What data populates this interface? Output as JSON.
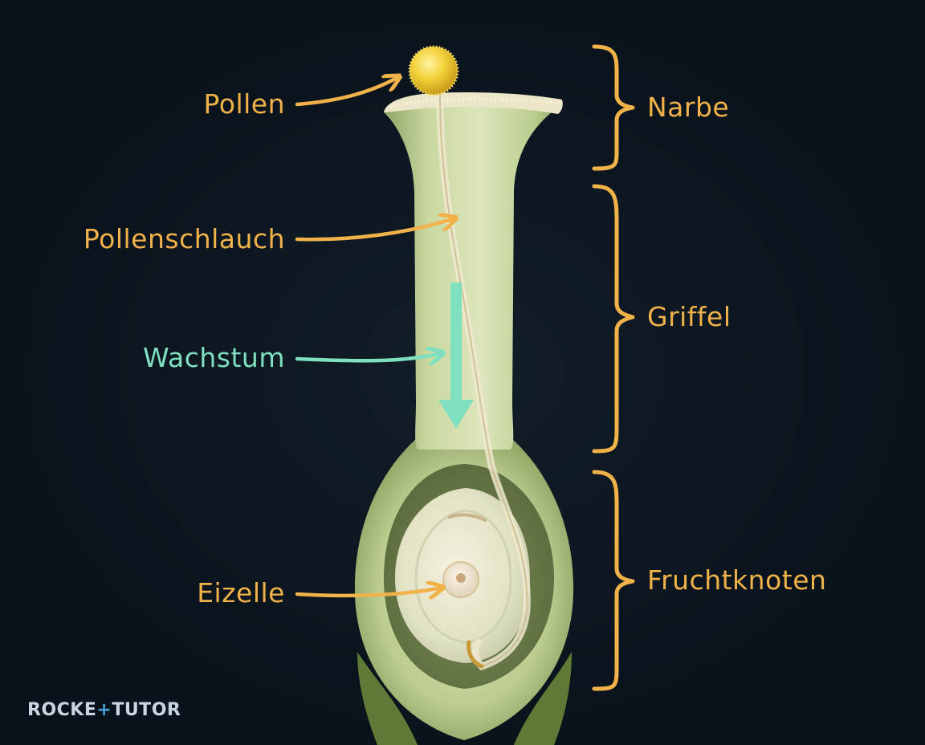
{
  "labels": {
    "pollen": "Pollen",
    "pollenschlauch": "Pollenschlauch",
    "wachstum": "Wachstum",
    "eizelle": "Eizelle",
    "narbe": "Narbe",
    "griffel": "Griffel",
    "fruchtknoten": "Fruchtknoten"
  },
  "logo": {
    "part1": "ROCKE",
    "plus": "+",
    "part2": "TUTOR"
  },
  "colors": {
    "label_orange": "#f1b24a",
    "label_teal": "#7fe0bf",
    "background": "#0b141d",
    "plant_green": "#b7c98e",
    "pollen_yellow": "#f2d23a",
    "logo_accent": "#4aa3d8"
  }
}
